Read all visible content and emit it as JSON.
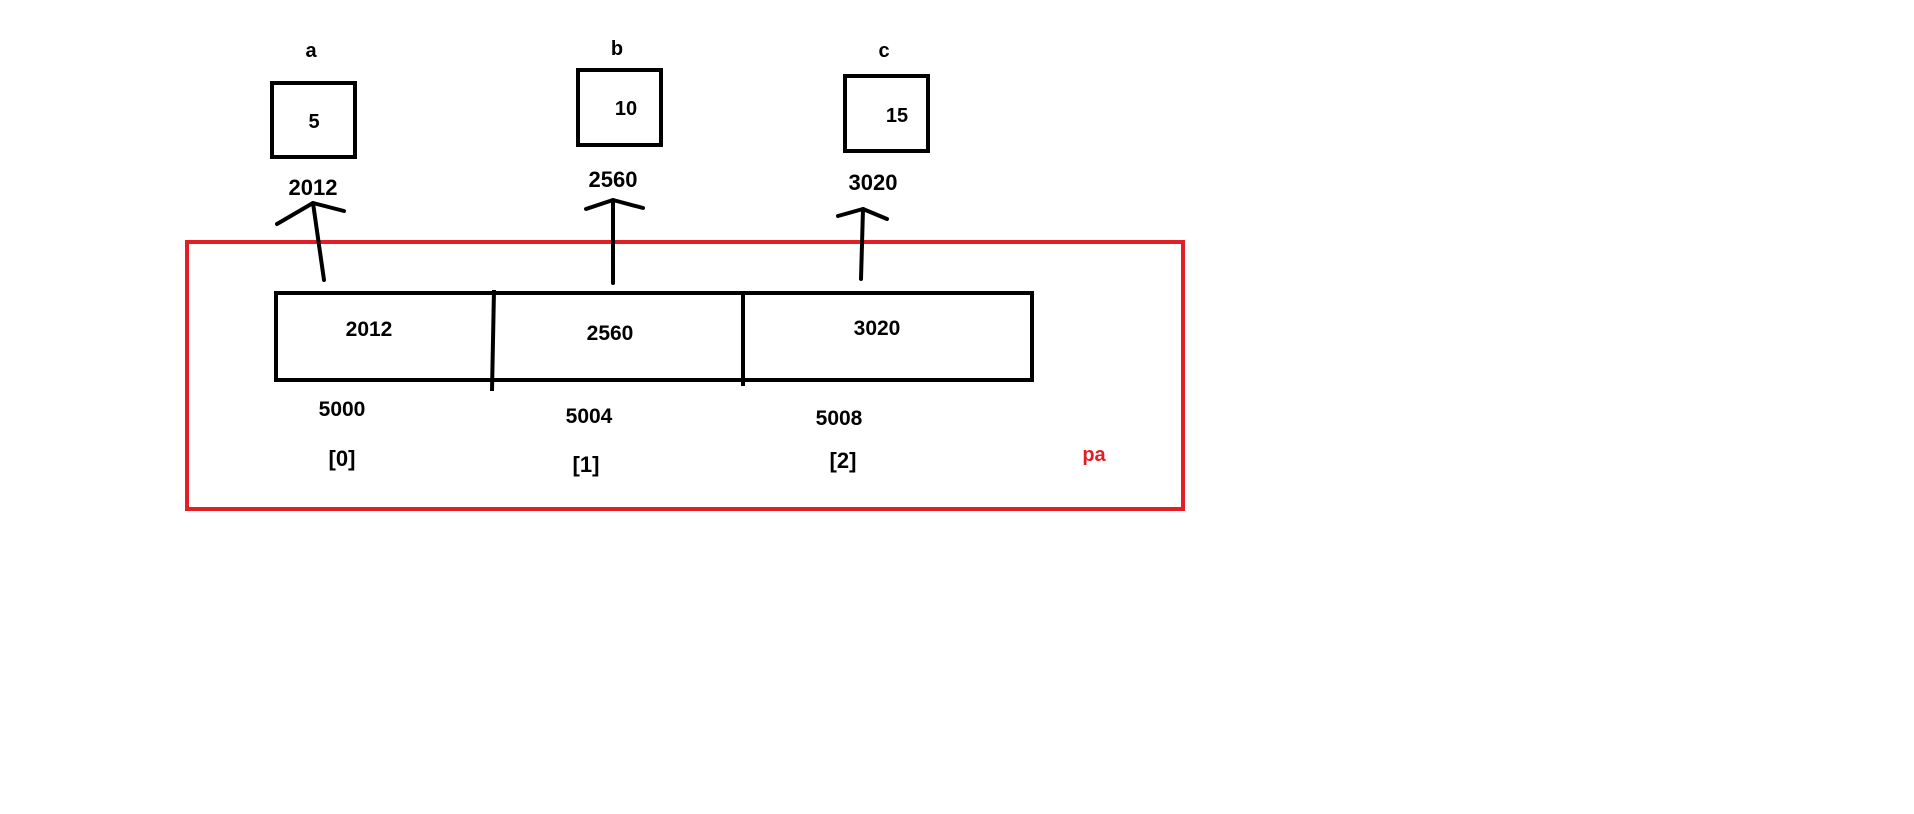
{
  "colors": {
    "ink": "#000000",
    "container": "#e31e24",
    "background": "#ffffff"
  },
  "variables": [
    {
      "name": "a",
      "value": "5",
      "address": "2012"
    },
    {
      "name": "b",
      "value": "10",
      "address": "2560"
    },
    {
      "name": "c",
      "value": "15",
      "address": "3020"
    }
  ],
  "array": {
    "label": "pa",
    "cells": [
      {
        "value": "2012",
        "address": "5000",
        "index": "[0]"
      },
      {
        "value": "2560",
        "address": "5004",
        "index": "[1]"
      },
      {
        "value": "3020",
        "address": "5008",
        "index": "[2]"
      }
    ]
  }
}
